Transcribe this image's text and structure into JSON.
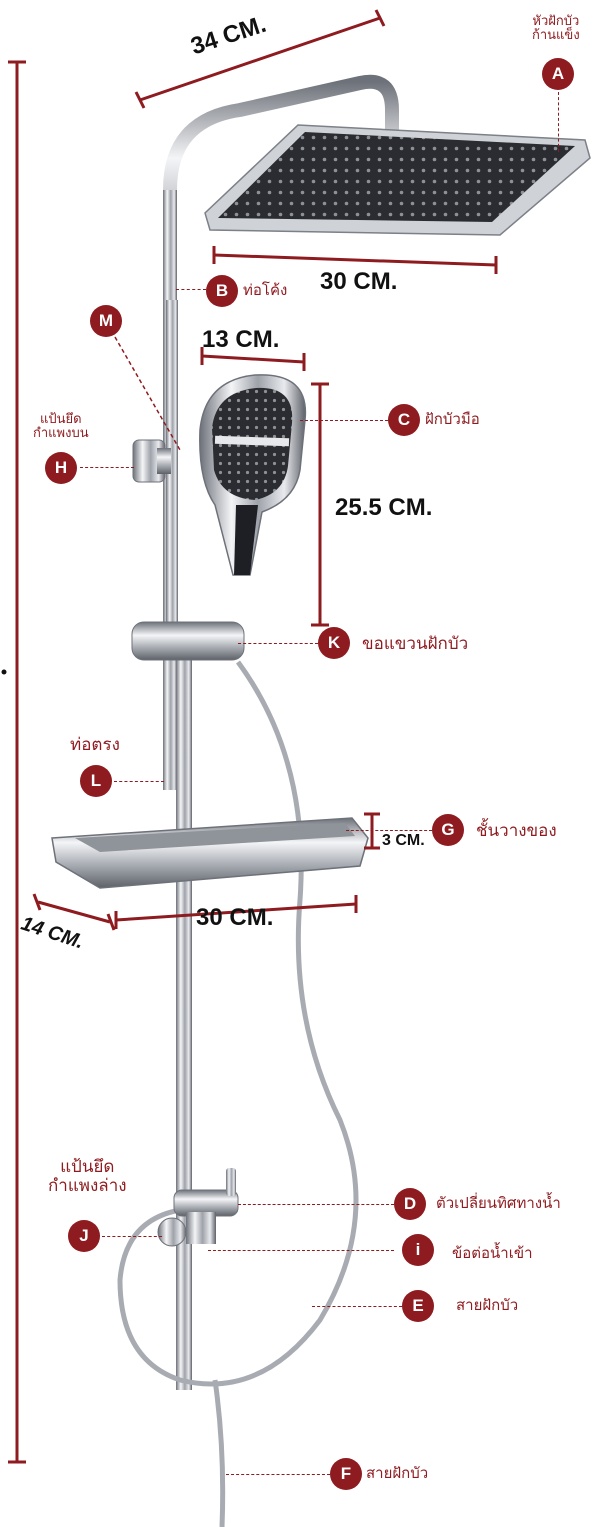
{
  "dimensions": {
    "arm_length": "34 CM.",
    "head_width": "30 CM.",
    "hand_width": "13 CM.",
    "hand_length": "25.5 CM.",
    "shelf_width": "30 CM.",
    "shelf_depth": "14 CM.",
    "shelf_height": "3 CM."
  },
  "parts": [
    {
      "letter": "A",
      "label": "หัวฝักบัว\nก้านแข็ง"
    },
    {
      "letter": "B",
      "label": "ท่อโค้ง"
    },
    {
      "letter": "C",
      "label": "ฝักบัวมือ"
    },
    {
      "letter": "D",
      "label": "ตัวเปลี่ยนทิศทางน้ำ"
    },
    {
      "letter": "i",
      "label": "ข้อต่อน้ำเข้า"
    },
    {
      "letter": "E",
      "label": "สายฝักบัว"
    },
    {
      "letter": "F",
      "label": "สายฝักบัว"
    },
    {
      "letter": "G",
      "label": "ชั้นวางของ"
    },
    {
      "letter": "H",
      "label": "แป้นยึด\nกำแพงบน"
    },
    {
      "letter": "J",
      "label": "แป้นยึด\nกำแพงล่าง"
    },
    {
      "letter": "K",
      "label": "ขอแขวนฝักบัว"
    },
    {
      "letter": "L",
      "label": "ท่อตรง"
    },
    {
      "letter": "M",
      "label": ""
    }
  ],
  "colors": {
    "accent": "#8e1b1f",
    "chrome": "#c9ccd1",
    "dark": "#1d1f24"
  }
}
